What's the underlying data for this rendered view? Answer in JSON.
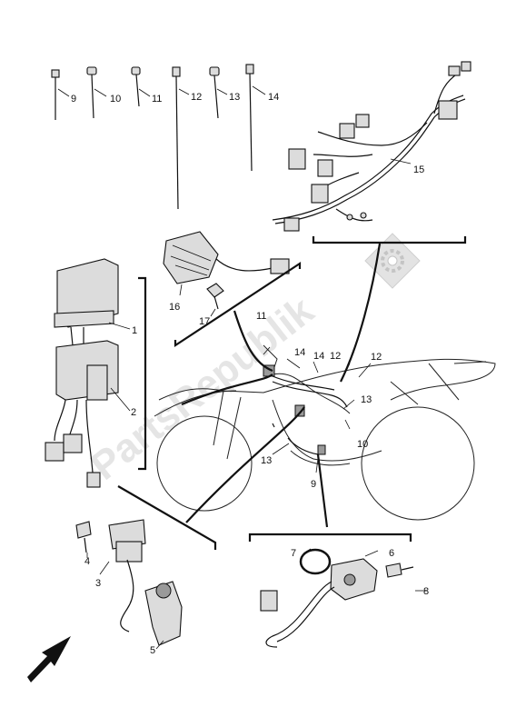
{
  "diagram": {
    "watermark": "PartsRepublik",
    "callouts": {
      "c1": "1",
      "c2": "2",
      "c3": "3",
      "c4": "4",
      "c5": "5",
      "c6": "6",
      "c7": "7",
      "c8": "8",
      "c9": "9",
      "c10": "10",
      "c11": "11",
      "c12": "12",
      "c13": "13",
      "c14": "14",
      "c15": "15",
      "c16": "16",
      "c17": "17",
      "c9b": "9",
      "c10b": "10",
      "c11b": "11",
      "c12b": "12",
      "c12c": "12",
      "c13b": "13",
      "c13c": "13",
      "c14b": "14",
      "c14c": "14"
    },
    "icons": [
      "cable-tie-icon",
      "gear-icon",
      "front-direction-arrow-icon"
    ]
  }
}
